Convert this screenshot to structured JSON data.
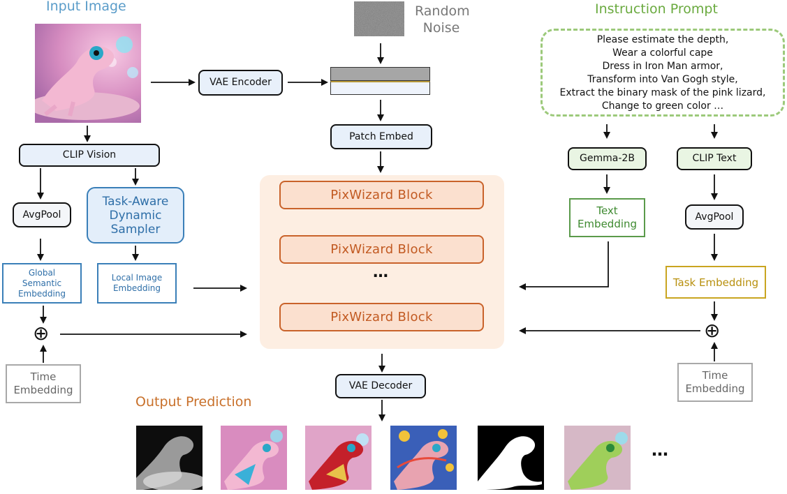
{
  "headings": {
    "input_image": "Input Image",
    "random_noise_line1": "Random",
    "random_noise_line2": "Noise",
    "instruction_prompt": "Instruction Prompt",
    "output_prediction": "Output Prediction"
  },
  "prompt_lines": [
    "Please estimate the depth,",
    "Wear a colorful cape",
    "Dress in Iron Man armor,",
    "Transform into Van Gogh style,",
    "Extract the binary mask of the pink lizard,",
    "Change to green color …"
  ],
  "nodes": {
    "vae_encoder": "VAE Encoder",
    "patch_embed": "Patch Embed",
    "clip_vision": "CLIP Vision",
    "avgpool_left": "AvgPool",
    "sampler_l1": "Task-Aware",
    "sampler_l2": "Dynamic",
    "sampler_l3": "Sampler",
    "global_l1": "Global",
    "global_l2": "Semantic",
    "global_l3": "Embedding",
    "local_l1": "Local Image",
    "local_l2": "Embedding",
    "time_left_l1": "Time",
    "time_left_l2": "Embedding",
    "pixwizard_block_1": "PixWizard Block",
    "pixwizard_block_2": "PixWizard Block",
    "ellipsis": "…",
    "pixwizard_block_3": "PixWizard Block",
    "vae_decoder": "VAE Decoder",
    "gemma": "Gemma-2B",
    "clip_text": "CLIP Text",
    "text_emb_l1": "Text",
    "text_emb_l2": "Embedding",
    "avgpool_right": "AvgPool",
    "task_embedding": "Task Embedding",
    "time_right_l1": "Time",
    "time_right_l2": "Embedding",
    "plus_left": "⊕",
    "plus_right": "⊕",
    "more_outputs": "…"
  },
  "colors": {
    "heading_blue": "#5a9cc9",
    "heading_green": "#6aaa3f",
    "heading_gray": "#777777",
    "heading_orange": "#c8702a",
    "core_background": "#fdeee2"
  }
}
